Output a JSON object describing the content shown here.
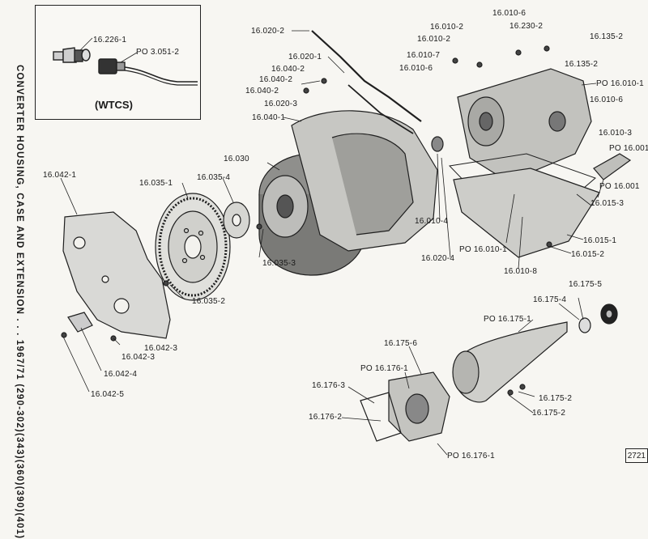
{
  "side_title": "CONVERTER HOUSING, CASE AND EXTENSION . . . 1967/71 (290-302)(343)(360)(390)(401)",
  "inset_title": "(WTCS)",
  "page_number": "2721",
  "labels": {
    "l_16226_1": "16.226-1",
    "l_po_3051_2": "PO 3.051-2",
    "l_16020_2": "16.020-2",
    "l_16020_1": "16.020-1",
    "l_16040_2a": "16.040-2",
    "l_16040_2b": "16.040-2",
    "l_16040_2c": "16.040-2",
    "l_16020_3": "16.020-3",
    "l_16040_1": "16.040-1",
    "l_16010_2a": "16.010-2",
    "l_16010_2b": "16.010-2",
    "l_16010_7": "16.010-7",
    "l_16010_6a": "16.010-6",
    "l_16010_6b": "16.010-6",
    "l_16010_6c": "16.010-6",
    "l_16230_2": "16.230-2",
    "l_16135_2a": "16.135-2",
    "l_16135_2b": "16.135-2",
    "l_po_16010_1a": "PO 16.010-1",
    "l_16010_3": "16.010-3",
    "l_po_16001a": "PO 16.001",
    "l_po_16001b": "PO 16.001",
    "l_16015_3": "16.015-3",
    "l_16015_1": "16.015-1",
    "l_16015_2": "16.015-2",
    "l_16010_8": "16.010-8",
    "l_po_16010_1b": "PO 16.010-1",
    "l_16010_4": "16.010-4",
    "l_16020_4": "16.020-4",
    "l_16030": "16.030",
    "l_16035_1": "16.035-1",
    "l_16035_4": "16.035-4",
    "l_16035_3": "16.035-3",
    "l_16035_2": "16.035-2",
    "l_16042_1": "16.042-1",
    "l_16042_3a": "16.042-3",
    "l_16042_3b": "16.042-3",
    "l_16042_4": "16.042-4",
    "l_16042_5": "16.042-5",
    "l_16175_5": "16.175-5",
    "l_16175_4": "16.175-4",
    "l_po_16175_1": "PO 16.175-1",
    "l_16175_6": "16.175-6",
    "l_po_16176_1a": "PO 16.176-1",
    "l_16176_3": "16.176-3",
    "l_16176_2": "16.176-2",
    "l_16175_2a": "16.175-2",
    "l_16175_2b": "16.175-2",
    "l_po_16176_1b": "PO 16.176-1"
  }
}
